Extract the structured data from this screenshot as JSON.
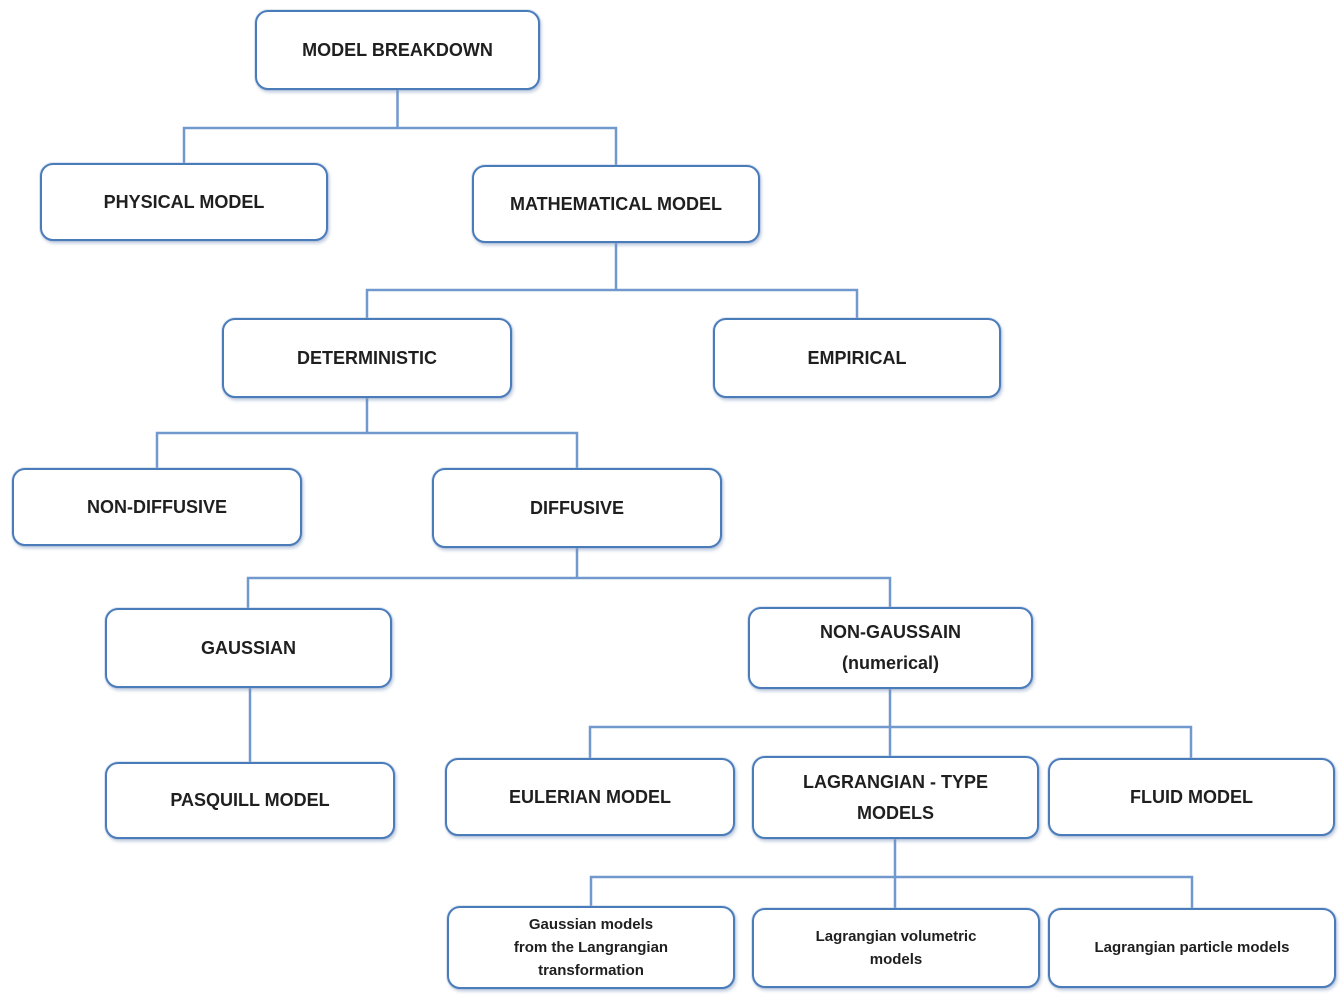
{
  "diagram": {
    "title": "MODEL BREAKDOWN",
    "type": "flowchart-tree",
    "colors": {
      "box_border": "#4b7cba",
      "connector": "#7299cd",
      "text": "#1f1f1f",
      "background": "#ffffff"
    },
    "nodes": {
      "model_breakdown": {
        "label": "MODEL BREAKDOWN"
      },
      "physical_model": {
        "label": "PHYSICAL MODEL"
      },
      "mathematical_model": {
        "label": "MATHEMATICAL MODEL"
      },
      "deterministic": {
        "label": "DETERMINISTIC"
      },
      "empirical": {
        "label": "EMPIRICAL"
      },
      "non_diffusive": {
        "label": "NON-DIFFUSIVE"
      },
      "diffusive": {
        "label": "DIFFUSIVE"
      },
      "gaussian": {
        "label": "GAUSSIAN"
      },
      "non_gaussain": {
        "label": "NON-GAUSSAIN\n(numerical)"
      },
      "pasquill_model": {
        "label": "PASQUILL MODEL"
      },
      "eulerian_model": {
        "label": "EULERIAN MODEL"
      },
      "lagrangian_type_models": {
        "label": "LAGRANGIAN - TYPE\nMODELS"
      },
      "fluid_model": {
        "label": "FLUID MODEL"
      },
      "gaussian_from_langrangian": {
        "label": "Gaussian models\nfrom the Langrangian\ntransformation"
      },
      "lagrangian_volumetric": {
        "label": "Lagrangian volumetric\nmodels"
      },
      "lagrangian_particle": {
        "label": "Lagrangian particle models"
      }
    },
    "edges": [
      {
        "from": "model_breakdown",
        "to": [
          "physical_model",
          "mathematical_model"
        ]
      },
      {
        "from": "mathematical_model",
        "to": [
          "deterministic",
          "empirical"
        ]
      },
      {
        "from": "deterministic",
        "to": [
          "non_diffusive",
          "diffusive"
        ]
      },
      {
        "from": "diffusive",
        "to": [
          "gaussian",
          "non_gaussain"
        ]
      },
      {
        "from": "gaussian",
        "to": [
          "pasquill_model"
        ]
      },
      {
        "from": "non_gaussain",
        "to": [
          "eulerian_model",
          "lagrangian_type_models",
          "fluid_model"
        ]
      },
      {
        "from": "lagrangian_type_models",
        "to": [
          "gaussian_from_langrangian",
          "lagrangian_volumetric",
          "lagrangian_particle"
        ]
      }
    ]
  }
}
